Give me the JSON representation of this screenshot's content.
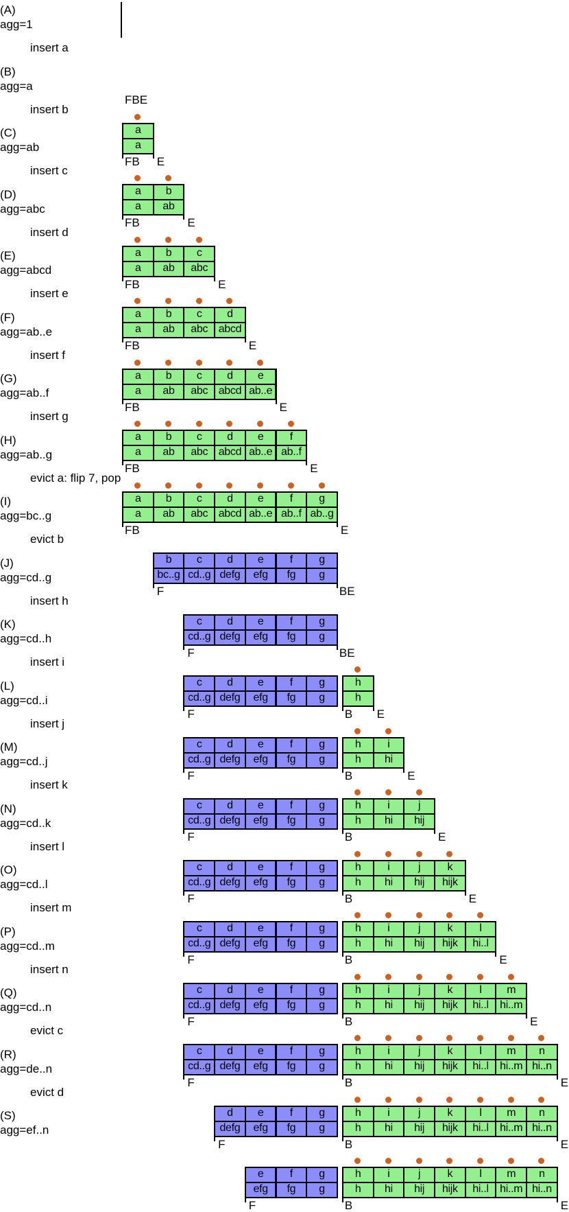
{
  "steps": [
    {
      "label": "(A)",
      "agg": "agg=1",
      "op": "insert a",
      "blue": [],
      "green": [],
      "pointers": "FBE"
    },
    {
      "label": "(B)",
      "agg": "agg=a",
      "op": "insert b",
      "blue": [],
      "green": [
        [
          "a",
          "a"
        ]
      ],
      "pointers": "FB|E"
    },
    {
      "label": "(C)",
      "agg": "agg=ab",
      "op": "insert c",
      "blue": [],
      "green": [
        [
          "a",
          "a"
        ],
        [
          "b",
          "ab"
        ]
      ],
      "pointers": "FB|E"
    },
    {
      "label": "(D)",
      "agg": "agg=abc",
      "op": "insert d",
      "blue": [],
      "green": [
        [
          "a",
          "a"
        ],
        [
          "b",
          "ab"
        ],
        [
          "c",
          "abc"
        ]
      ],
      "pointers": "FB|E"
    },
    {
      "label": "(E)",
      "agg": "agg=abcd",
      "op": "insert e",
      "blue": [],
      "green": [
        [
          "a",
          "a"
        ],
        [
          "b",
          "ab"
        ],
        [
          "c",
          "abc"
        ],
        [
          "d",
          "abcd"
        ]
      ],
      "pointers": "FB|E"
    },
    {
      "label": "(F)",
      "agg": "agg=ab..e",
      "op": "insert f",
      "blue": [],
      "green": [
        [
          "a",
          "a"
        ],
        [
          "b",
          "ab"
        ],
        [
          "c",
          "abc"
        ],
        [
          "d",
          "abcd"
        ],
        [
          "e",
          "ab..e"
        ]
      ],
      "pointers": "FB|E"
    },
    {
      "label": "(G)",
      "agg": "agg=ab..f",
      "op": "insert g",
      "blue": [],
      "green": [
        [
          "a",
          "a"
        ],
        [
          "b",
          "ab"
        ],
        [
          "c",
          "abc"
        ],
        [
          "d",
          "abcd"
        ],
        [
          "e",
          "ab..e"
        ],
        [
          "f",
          "ab..f"
        ]
      ],
      "pointers": "FB|E"
    },
    {
      "label": "(H)",
      "agg": "agg=ab..g",
      "op": "evict a: flip 7, pop",
      "blue": [],
      "green": [
        [
          "a",
          "a"
        ],
        [
          "b",
          "ab"
        ],
        [
          "c",
          "abc"
        ],
        [
          "d",
          "abcd"
        ],
        [
          "e",
          "ab..e"
        ],
        [
          "f",
          "ab..f"
        ],
        [
          "g",
          "ab..g"
        ]
      ],
      "pointers": "FB|E"
    },
    {
      "label": "(I)",
      "agg": "agg=bc..g",
      "op": "evict b",
      "blue": [
        [
          "b",
          "bc..g"
        ],
        [
          "c",
          "cd..g"
        ],
        [
          "d",
          "defg"
        ],
        [
          "e",
          "efg"
        ],
        [
          "f",
          "fg"
        ],
        [
          "g",
          "g"
        ]
      ],
      "green": [],
      "pointers": "F|BE"
    },
    {
      "label": "(J)",
      "agg": "agg=cd..g",
      "op": "insert h",
      "blue": [
        [
          "c",
          "cd..g"
        ],
        [
          "d",
          "defg"
        ],
        [
          "e",
          "efg"
        ],
        [
          "f",
          "fg"
        ],
        [
          "g",
          "g"
        ]
      ],
      "green": [],
      "pointers": "F|BE"
    },
    {
      "label": "(K)",
      "agg": "agg=cd..h",
      "op": "insert i",
      "blue": [
        [
          "c",
          "cd..g"
        ],
        [
          "d",
          "defg"
        ],
        [
          "e",
          "efg"
        ],
        [
          "f",
          "fg"
        ],
        [
          "g",
          "g"
        ]
      ],
      "green": [
        [
          "h",
          "h"
        ]
      ],
      "pointers": "F|B|E"
    },
    {
      "label": "(L)",
      "agg": "agg=cd..i",
      "op": "insert j",
      "blue": [
        [
          "c",
          "cd..g"
        ],
        [
          "d",
          "defg"
        ],
        [
          "e",
          "efg"
        ],
        [
          "f",
          "fg"
        ],
        [
          "g",
          "g"
        ]
      ],
      "green": [
        [
          "h",
          "h"
        ],
        [
          "i",
          "hi"
        ]
      ],
      "pointers": "F|B|E"
    },
    {
      "label": "(M)",
      "agg": "agg=cd..j",
      "op": "insert k",
      "blue": [
        [
          "c",
          "cd..g"
        ],
        [
          "d",
          "defg"
        ],
        [
          "e",
          "efg"
        ],
        [
          "f",
          "fg"
        ],
        [
          "g",
          "g"
        ]
      ],
      "green": [
        [
          "h",
          "h"
        ],
        [
          "i",
          "hi"
        ],
        [
          "j",
          "hij"
        ]
      ],
      "pointers": "F|B|E"
    },
    {
      "label": "(N)",
      "agg": "agg=cd..k",
      "op": "insert l",
      "blue": [
        [
          "c",
          "cd..g"
        ],
        [
          "d",
          "defg"
        ],
        [
          "e",
          "efg"
        ],
        [
          "f",
          "fg"
        ],
        [
          "g",
          "g"
        ]
      ],
      "green": [
        [
          "h",
          "h"
        ],
        [
          "i",
          "hi"
        ],
        [
          "j",
          "hij"
        ],
        [
          "k",
          "hijk"
        ]
      ],
      "pointers": "F|B|E"
    },
    {
      "label": "(O)",
      "agg": "agg=cd..l",
      "op": "insert m",
      "blue": [
        [
          "c",
          "cd..g"
        ],
        [
          "d",
          "defg"
        ],
        [
          "e",
          "efg"
        ],
        [
          "f",
          "fg"
        ],
        [
          "g",
          "g"
        ]
      ],
      "green": [
        [
          "h",
          "h"
        ],
        [
          "i",
          "hi"
        ],
        [
          "j",
          "hij"
        ],
        [
          "k",
          "hijk"
        ],
        [
          "l",
          "hi..l"
        ]
      ],
      "pointers": "F|B|E"
    },
    {
      "label": "(P)",
      "agg": "agg=cd..m",
      "op": "insert n",
      "blue": [
        [
          "c",
          "cd..g"
        ],
        [
          "d",
          "defg"
        ],
        [
          "e",
          "efg"
        ],
        [
          "f",
          "fg"
        ],
        [
          "g",
          "g"
        ]
      ],
      "green": [
        [
          "h",
          "h"
        ],
        [
          "i",
          "hi"
        ],
        [
          "j",
          "hij"
        ],
        [
          "k",
          "hijk"
        ],
        [
          "l",
          "hi..l"
        ],
        [
          "m",
          "hi..m"
        ]
      ],
      "pointers": "F|B|E"
    },
    {
      "label": "(Q)",
      "agg": "agg=cd..n",
      "op": "evict c",
      "blue": [
        [
          "c",
          "cd..g"
        ],
        [
          "d",
          "defg"
        ],
        [
          "e",
          "efg"
        ],
        [
          "f",
          "fg"
        ],
        [
          "g",
          "g"
        ]
      ],
      "green": [
        [
          "h",
          "h"
        ],
        [
          "i",
          "hi"
        ],
        [
          "j",
          "hij"
        ],
        [
          "k",
          "hijk"
        ],
        [
          "l",
          "hi..l"
        ],
        [
          "m",
          "hi..m"
        ],
        [
          "n",
          "hi..n"
        ]
      ],
      "pointers": "F|B|E"
    },
    {
      "label": "(R)",
      "agg": "agg=de..n",
      "op": "evict d",
      "blue": [
        [
          "d",
          "defg"
        ],
        [
          "e",
          "efg"
        ],
        [
          "f",
          "fg"
        ],
        [
          "g",
          "g"
        ]
      ],
      "green": [
        [
          "h",
          "h"
        ],
        [
          "i",
          "hi"
        ],
        [
          "j",
          "hij"
        ],
        [
          "k",
          "hijk"
        ],
        [
          "l",
          "hi..l"
        ],
        [
          "m",
          "hi..m"
        ],
        [
          "n",
          "hi..n"
        ]
      ],
      "pointers": "F|B|E"
    },
    {
      "label": "(S)",
      "agg": "agg=ef..n",
      "op": "",
      "blue": [
        [
          "e",
          "efg"
        ],
        [
          "f",
          "fg"
        ],
        [
          "g",
          "g"
        ]
      ],
      "green": [
        [
          "h",
          "h"
        ],
        [
          "i",
          "hi"
        ],
        [
          "j",
          "hij"
        ],
        [
          "k",
          "hijk"
        ],
        [
          "l",
          "hi..l"
        ],
        [
          "m",
          "hi..m"
        ],
        [
          "n",
          "hi..n"
        ]
      ],
      "pointers": "F|B|E"
    }
  ],
  "colors": {
    "green": "#94f08f",
    "blue": "#8c8cfb",
    "dot": "#cb6222",
    "border": "#000000"
  }
}
